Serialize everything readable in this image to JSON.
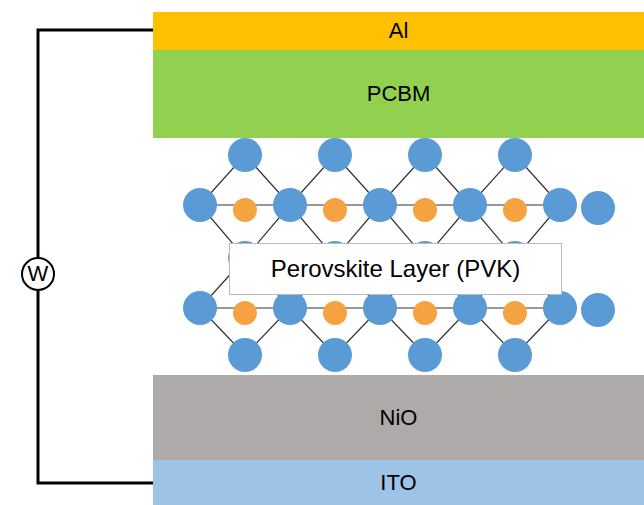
{
  "diagram": {
    "nodes": [
      {
        "text": [
          "Al"
        ]
      },
      {
        "text": [
          "PCBM"
        ]
      },
      {
        "text": [
          "Perovskite Layer (PVK)"
        ]
      },
      {
        "text": [
          "NiO"
        ]
      },
      {
        "text": [
          "ITO"
        ]
      },
      {
        "text": [
          "W"
        ]
      }
    ],
    "edges": [
      {
        "from": 5,
        "to": 0,
        "arrow": "none"
      },
      {
        "from": 5,
        "to": 4,
        "arrow": "none"
      }
    ]
  }
}
